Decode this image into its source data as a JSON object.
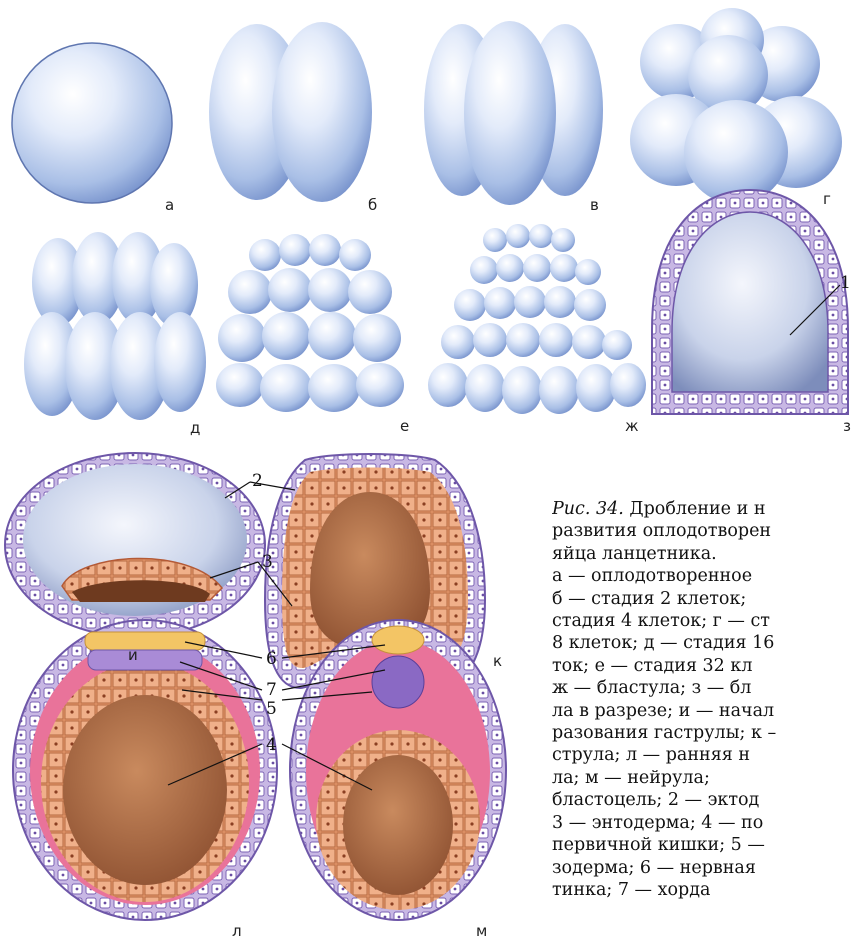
{
  "figure": {
    "labels": [
      "а",
      "б",
      "в",
      "г",
      "д",
      "е",
      "ж",
      "з",
      "и",
      "к",
      "л",
      "м"
    ],
    "numbers": [
      "1",
      "2",
      "3",
      "4",
      "5",
      "6",
      "7"
    ]
  },
  "caption": {
    "title_italic": "Рис. 34.",
    "title_rest": " Дробление и н",
    "lines": [
      "развития   оплодотворен",
      "яйца ланцетника.",
      "а  —  оплодотворенное",
      "б — стадия 2 клеток;",
      "стадия 4 клеток; г — ст",
      "8 клеток; д — стадия 16",
      "ток; е — стадия 32 кл",
      "ж — бластула; з — бл",
      "ла в разрезе; и — начал",
      "разования гаструлы; к –",
      "струла; л — ранняя н",
      "ла;   м  —   нейрула;",
      "бластоцель; 2 — эктод",
      "3 — энтодерма; 4 — по",
      "первичной кишки; 5 —",
      "зодерма; 6 — нервная",
      "тинка; 7 — хорда"
    ]
  },
  "colors": {
    "cell_blue": "#9bb4e0",
    "ectoderm_violet": "#b9a6d8",
    "endoderm_orange": "#e79a6e",
    "gut_brown": "#a8643f",
    "mesoderm_pink": "#e86f93",
    "neural_yellow": "#f3c565",
    "chord_purple": "#8a69c4"
  }
}
